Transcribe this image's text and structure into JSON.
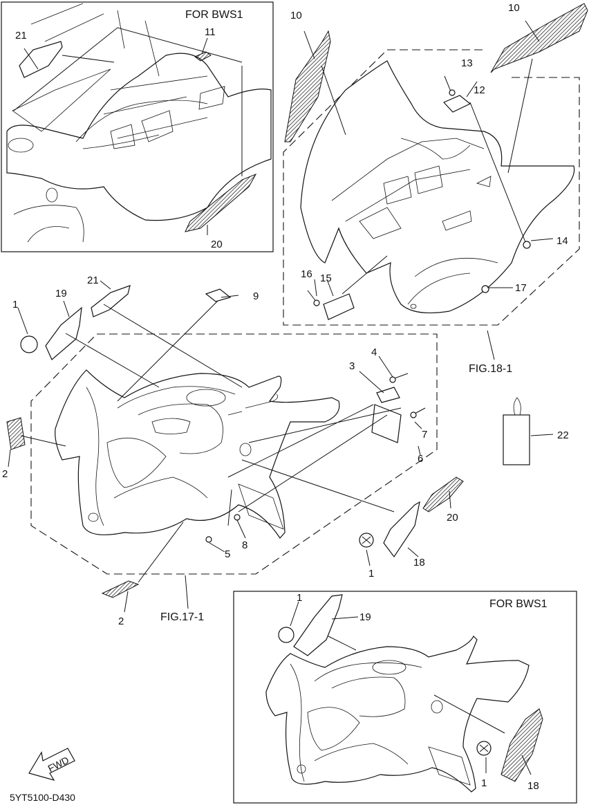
{
  "insets": {
    "top_left_title": "FOR BWS1",
    "bottom_right_title": "FOR BWS1"
  },
  "figure_refs": {
    "rear": "FIG.18-1",
    "front": "FIG.17-1"
  },
  "drawing_code": "5YT5100-D430",
  "fwd_label": "FWD",
  "callouts": {
    "c1_a": "1",
    "c1_b": "1",
    "c1_c": "1",
    "c1_d": "1",
    "c2_a": "2",
    "c2_b": "2",
    "c3": "3",
    "c4": "4",
    "c5": "5",
    "c6": "6",
    "c7": "7",
    "c8": "8",
    "c9": "9",
    "c10_a": "10",
    "c10_b": "10",
    "c11": "11",
    "c12": "12",
    "c13": "13",
    "c14": "14",
    "c15": "15",
    "c16": "16",
    "c17": "17",
    "c18_a": "18",
    "c18_b": "18",
    "c19_a": "19",
    "c19_b": "19",
    "c20_a": "20",
    "c20_b": "20",
    "c21_a": "21",
    "c21_b": "21",
    "c22": "22"
  }
}
